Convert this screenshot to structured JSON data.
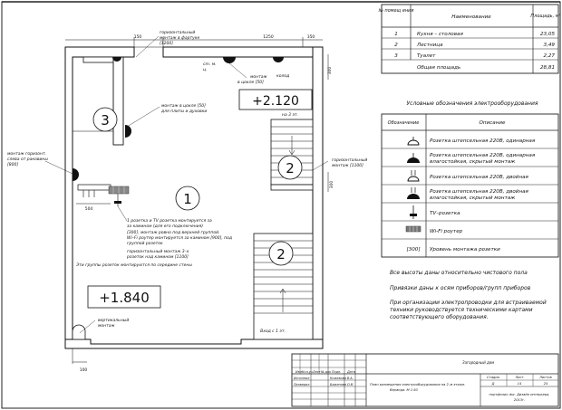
{
  "area_table": {
    "headers": [
      "№ помещ ения",
      "Наименование",
      "Площадь, м²"
    ],
    "rows": [
      {
        "num": "1",
        "name": "Кухня – столовая",
        "area": "23,05"
      },
      {
        "num": "2",
        "name": "Лестница",
        "area": "3,49"
      },
      {
        "num": "3",
        "name": "Туалет",
        "area": "2,27"
      }
    ],
    "total_label": "Общая площадь",
    "total_value": "28,81"
  },
  "legend": {
    "title": "Условные обозначения электрооборудования",
    "col_symbol": "Обозначение",
    "col_desc": "Описание",
    "items": [
      {
        "icon": "socket-single-icon",
        "desc": "Розетка штепсельная 220В, одинарная"
      },
      {
        "icon": "socket-waterproof-icon",
        "desc": "Розетка штепсельная 220В, одинарная влагостойкая, скрытый монтаж"
      },
      {
        "icon": "socket-double-icon",
        "desc": "Розетка штепсельная 220В, двойная"
      },
      {
        "icon": "socket-double-waterproof-icon",
        "desc": "Розетка штепсельная 220В, двойная влагостойкая, скрытый монтаж"
      },
      {
        "icon": "tv-socket-icon",
        "desc": "TV–розетка"
      },
      {
        "icon": "wifi-router-icon",
        "desc": "Wi-Fi роутер"
      },
      {
        "icon": "height-label-icon",
        "symbol": "[300]",
        "desc": "Уровень монтажа розетки"
      }
    ]
  },
  "notes": [
    "Все высоты даны относительно чистового пола",
    "Привязки даны к осям приборов/групп приборов",
    "При организации электропроводки для встраиваемой техники руководствуется техническими картами соответствующего оборудования."
  ],
  "plan": {
    "dims": {
      "top_left": "150",
      "top_mid": "1250",
      "top_right": "350",
      "right_a": "300",
      "right_b": "300",
      "bottom_a": "504",
      "bottom_left": "100"
    },
    "rooms": [
      "1",
      "2",
      "2",
      "3"
    ],
    "levels": [
      "+2.120",
      "+1.840"
    ],
    "entry_top": "на 3 эт.",
    "entry_bottom": "Вход с 1 эт.",
    "annotations": {
      "a_top": "горизонтальный монтаж в фартуке [1200]",
      "a_cm": "cm. м. ц.",
      "a_plinth": "монтаж в цокле [50]",
      "a_kolod": "колод",
      "a_plate": "монтаж в цокле [50] для плиты и духовки",
      "a_left": "монтаж горизонт. слева от раковины [800]",
      "a_right": "горизонтальный монтаж [1100]",
      "a_vert": "вертикальный монтаж",
      "a_group": [
        "1 розетка и TV розетка монтируется за",
        "за камином (для его подключения)",
        "[300], монтаж ровно под верхней группой.",
        "Wi–Fi роутер монтируется за камином [900], под",
        "группой розеток",
        "горизонтальный монтаж 3–х",
        "розеток над камином [1100]",
        "Эти группы розеток монтируются по середине стены"
      ]
    }
  },
  "stamp": {
    "headers": [
      "Изм.",
      "Кол.уч.",
      "Лист",
      "№ док",
      "Подп.",
      "Дата"
    ],
    "role1": "Исполнил",
    "name1": "Кожевова В.А.",
    "role2": "Проверил",
    "name2": "Баженова О.В.",
    "project": "Загородный дом",
    "title": "План размещения электрооборудования на 2–м этаже. Веранда. М 1:50",
    "stage_h": "Стадия",
    "sheet_h": "Лист",
    "sheets_h": "Листов",
    "stage": "Д",
    "sheet": "14",
    "sheets": "24",
    "org": "портфолио dsc. Дизайн интерьера, 2013г."
  }
}
